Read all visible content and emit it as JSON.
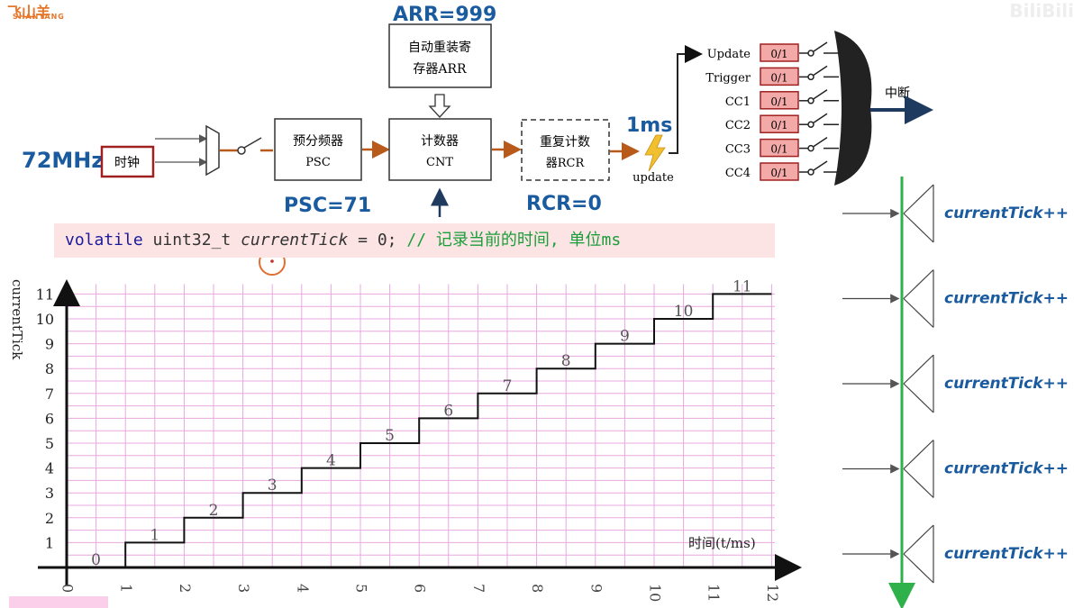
{
  "logo": {
    "text": "SHANYANG",
    "mark": "飞山羊"
  },
  "watermark": "BiliBili",
  "diagram": {
    "clock_freq": "72MHz",
    "clock_box": "时钟",
    "psc_box": [
      "预分频器",
      "PSC"
    ],
    "cnt_box": [
      "计数器",
      "CNT"
    ],
    "arr_box": [
      "自动重装寄",
      "存器ARR"
    ],
    "rcr_box": [
      "重复计数",
      "器RCR"
    ],
    "arr_note": "ARR=999",
    "psc_note": "PSC=71",
    "rcr_note": "RCR=0",
    "period_note": "1ms",
    "update_label": "update",
    "signals": [
      {
        "name": "Update",
        "box": "0/1"
      },
      {
        "name": "Trigger",
        "box": "0/1"
      },
      {
        "name": "CC1",
        "box": "0/1"
      },
      {
        "name": "CC2",
        "box": "0/1"
      },
      {
        "name": "CC3",
        "box": "0/1"
      },
      {
        "name": "CC4",
        "box": "0/1"
      }
    ],
    "interrupt_label": "中断"
  },
  "code": {
    "keyword": "volatile",
    "type": "uint32_t",
    "var": "currentTick",
    "assign": "= 0;",
    "comment": "// 记录当前的时间, 单位ms"
  },
  "events": {
    "label": "currentTick++",
    "count": 5
  },
  "chart_data": {
    "type": "line",
    "step": true,
    "xlabel": "时间(t/ms)",
    "ylabel": "currentTick",
    "x_ticks": [
      "0",
      "1",
      "2",
      "3",
      "4",
      "5",
      "6",
      "7",
      "8",
      "9",
      "10",
      "11",
      "12"
    ],
    "y_ticks": [
      "1",
      "2",
      "3",
      "4",
      "5",
      "6",
      "7",
      "8",
      "9",
      "10",
      "11"
    ],
    "xlim": [
      0,
      12
    ],
    "ylim": [
      0,
      11
    ],
    "grid": true,
    "series": [
      {
        "x": [
          0,
          1,
          2,
          3,
          4,
          5,
          6,
          7,
          8,
          9,
          10,
          11
        ],
        "y": [
          0,
          1,
          2,
          3,
          4,
          5,
          6,
          7,
          8,
          9,
          10,
          11
        ]
      }
    ],
    "step_labels": [
      "0",
      "1",
      "2",
      "3",
      "4",
      "5",
      "6",
      "7",
      "8",
      "9",
      "10",
      "11"
    ],
    "line_color": "#111111",
    "grid_color": "#e8a8e0"
  },
  "colors": {
    "brown_arrow": "#b85a1a",
    "blue_hand": "#1a5a9e",
    "green_line": "#2eb04a",
    "signal_box_fill": "#f4a9a9",
    "signal_box_stroke": "#a02020",
    "clock_box_stroke": "#a02020",
    "bolt": "#f0c030"
  }
}
